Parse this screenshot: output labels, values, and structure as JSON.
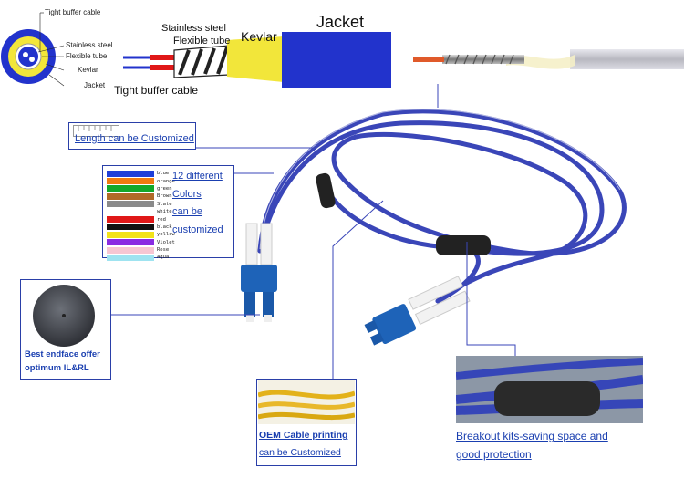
{
  "cross_section": {
    "labels": {
      "tight_buffer": "Tight buffer cable",
      "stainless": "Stainless steel",
      "flexible": "Flexible tube",
      "kevlar": "Kevlar",
      "jacket": "Jacket"
    }
  },
  "layer_diagram": {
    "stainless": "Stainless steel",
    "flexible": "Flexible tube",
    "kevlar": "Kevlar",
    "jacket": "Jacket",
    "tight_buffer": "Tight buffer cable"
  },
  "callouts": {
    "length": "Length can be Customized",
    "colors": [
      "12 different",
      "Colors",
      "can be",
      "customized"
    ],
    "endface": [
      "Best endface offer",
      "optimum IL&RL"
    ],
    "oem": [
      "OEM Cable printing",
      "can be Customized"
    ],
    "breakout": [
      "Breakout kits-saving space and",
      "good protection"
    ]
  },
  "color_chart": [
    {
      "name": "blue",
      "color": "#1f3ed8"
    },
    {
      "name": "orange",
      "color": "#f07a10"
    },
    {
      "name": "green",
      "color": "#12a82a"
    },
    {
      "name": "Brown",
      "color": "#b06a28"
    },
    {
      "name": "Slate",
      "color": "#8a8a8a"
    },
    {
      "name": "white",
      "color": "#ffffff"
    },
    {
      "name": "red",
      "color": "#e01818"
    },
    {
      "name": "black",
      "color": "#111111"
    },
    {
      "name": "yellow",
      "color": "#f2e21a"
    },
    {
      "name": "Violet",
      "color": "#8a2be2"
    },
    {
      "name": "Rose",
      "color": "#f7c6d2"
    },
    {
      "name": "Aqua",
      "color": "#9fe3f0"
    }
  ],
  "colors": {
    "cable": "#3a46b8",
    "jacket": "#2233cc",
    "kevlar": "#f2e63a",
    "connector": "#1e63b8",
    "callout_line": "#3a46b8"
  }
}
